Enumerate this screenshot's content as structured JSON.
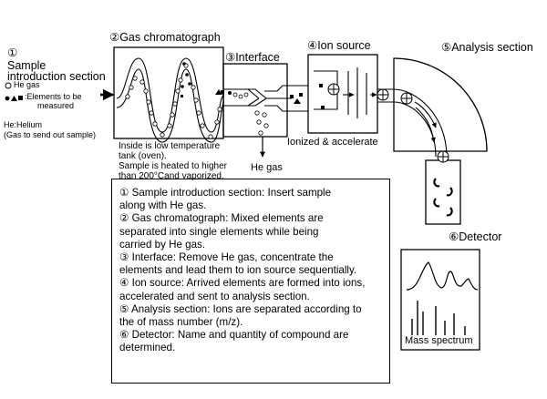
{
  "labels": {
    "sample_num": "①",
    "sample_title_1": "Sample",
    "sample_title_2": "introduction section",
    "he_gas_legend": "He gas",
    "elements_legend_1": ":Elements to be",
    "elements_legend_2": "measured",
    "he_helium": "He:Helium",
    "he_purpose": "(Gas to send out sample)",
    "gc": "②Gas chromatograph",
    "interface": "③Interface",
    "ion_source": "④Ion source",
    "analysis": "⑤Analysis section",
    "ionized": "Ionized & accelerate",
    "he_gas_out": "He gas",
    "oven_1": "Inside is low temperature",
    "oven_2": "tank (oven).",
    "oven_3": "Sample is heated to higher",
    "oven_4": "than 200°Cand vaporized.",
    "detector": "⑥Detector",
    "mass_spectrum": "Mass spectrum"
  },
  "notes": [
    "① Sample introduction section: Insert sample",
    "along with He gas.",
    "② Gas chromatograph: Mixed elements are",
    "separated into single elements while being",
    "carried by He gas.",
    "③ Interface: Remove He gas, concentrate the",
    "elements and lead them to ion source sequentially.",
    "④ Ion source: Arrived elements are formed into ions,",
    "accelerated and sent to analysis section.",
    "⑤ Analysis section: Ions are separated according to",
    "the of mass number (m/z).",
    "⑥ Detector: Name and quantity of compound are",
    "determined."
  ],
  "colors": {
    "ink": "#000000",
    "background": "#ffffff"
  }
}
